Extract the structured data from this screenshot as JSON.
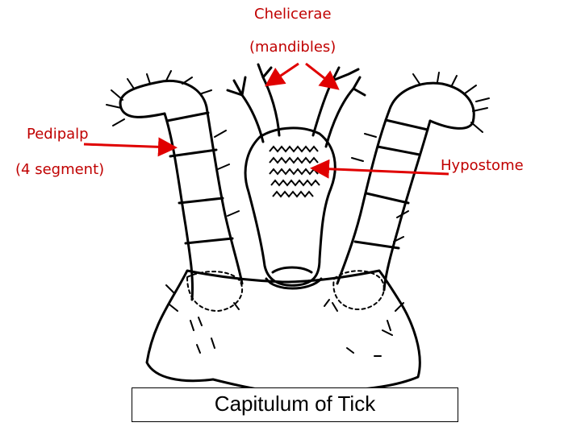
{
  "labels": {
    "chelicerae": "Chelicerae",
    "mandibles": "(mandibles)",
    "pedipalp": "Pedipalp",
    "segments": "(4 segment)",
    "hypostome": "Hypostome"
  },
  "caption": "Capitulum of  Tick",
  "colors": {
    "label": "#c00000",
    "arrow": "#e00000",
    "ink": "#000000",
    "background": "#ffffff"
  }
}
